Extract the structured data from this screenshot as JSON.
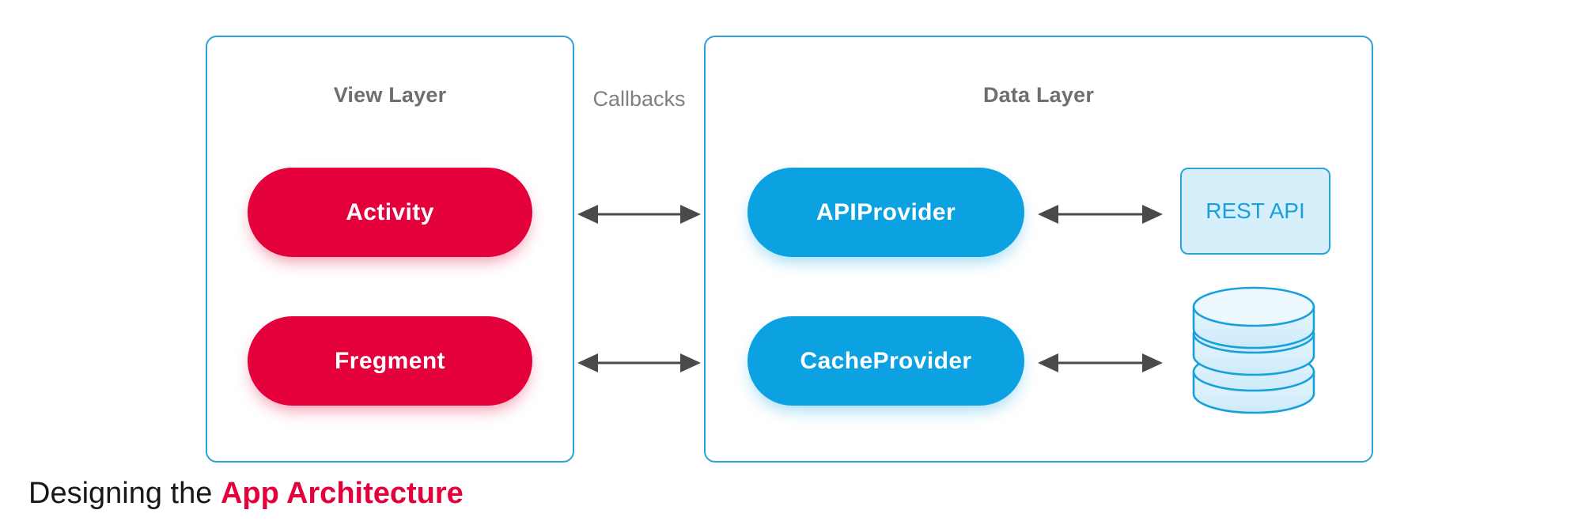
{
  "diagram": {
    "caption_prefix": "Designing the ",
    "caption_accent": "App Architecture",
    "middle_label": "Callbacks",
    "colors": {
      "panel_border": "#2BA3D8",
      "view_pill": "#E4003B",
      "data_pill": "#0CA2E2",
      "rest_api_fill": "#D7EEFB",
      "rest_api_text": "#18A0DC",
      "database_stroke": "#18A0DC",
      "arrow": "#4A4A4A",
      "title_text": "#6E6E6E",
      "accent": "#E4003B"
    },
    "view_layer": {
      "title": "View Layer",
      "nodes": [
        {
          "label": "Activity",
          "kind": "pill"
        },
        {
          "label": "Fregment",
          "kind": "pill"
        }
      ]
    },
    "data_layer": {
      "title": "Data Layer",
      "nodes": [
        {
          "label": "APIProvider",
          "kind": "pill"
        },
        {
          "label": "CacheProvider",
          "kind": "pill"
        }
      ],
      "endpoints": [
        {
          "label": "REST API",
          "kind": "rounded-rect"
        },
        {
          "label": "",
          "kind": "database-cylinder",
          "icon": "database-icon"
        }
      ]
    },
    "connections": [
      {
        "from": "Activity",
        "to": "APIProvider",
        "style": "double-arrow",
        "label": "Callbacks"
      },
      {
        "from": "Fregment",
        "to": "CacheProvider",
        "style": "double-arrow",
        "label": "Callbacks"
      },
      {
        "from": "APIProvider",
        "to": "REST API",
        "style": "double-arrow",
        "label": ""
      },
      {
        "from": "CacheProvider",
        "to": "Database",
        "style": "double-arrow",
        "label": ""
      }
    ]
  }
}
